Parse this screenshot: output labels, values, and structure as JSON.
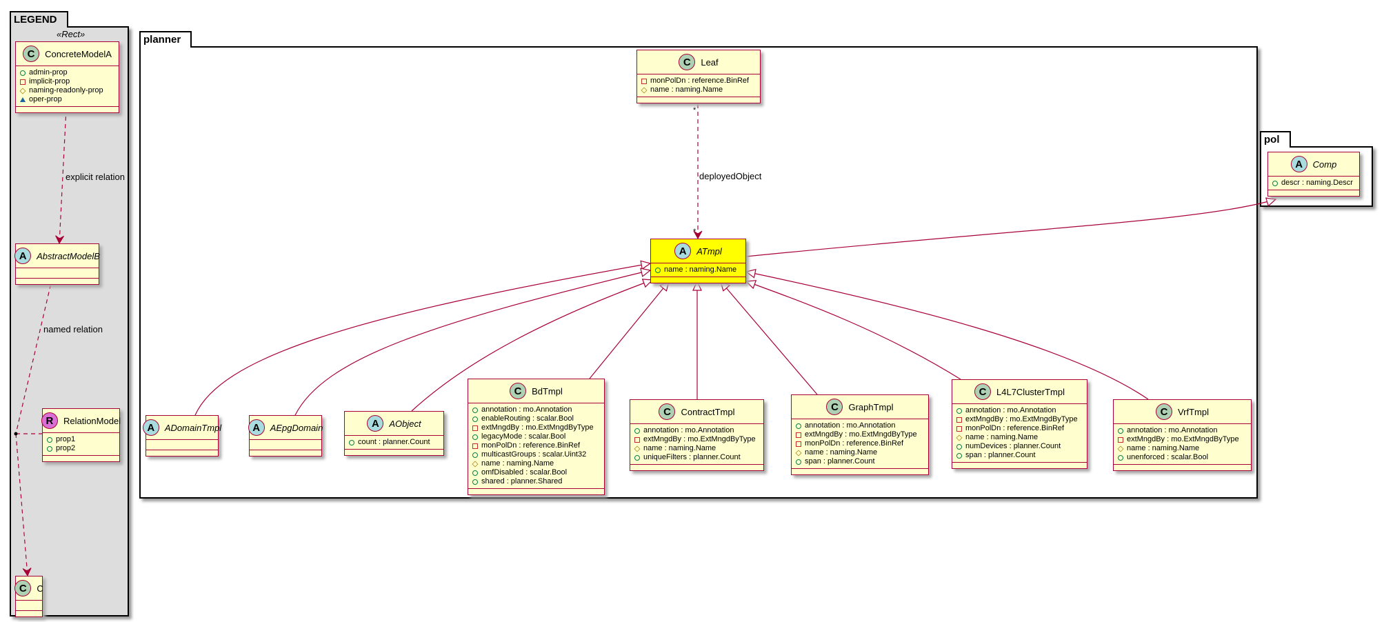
{
  "legend": {
    "title": "LEGEND",
    "stereotype": "«Rect»",
    "explicit_relation_label": "explicit relation",
    "named_relation_label": "named relation",
    "classes": [
      {
        "id": "ConcreteModelA",
        "name": "ConcreteModelA",
        "kind": "C",
        "abstract": false,
        "attrs": [
          {
            "vis": "+",
            "text": "admin-prop"
          },
          {
            "vis": "-",
            "text": "implicit-prop"
          },
          {
            "vis": "#",
            "text": "naming-readonly-prop"
          },
          {
            "vis": "~",
            "text": "oper-prop"
          }
        ]
      },
      {
        "id": "AbstractModelB",
        "name": "AbstractModelB",
        "kind": "A",
        "abstract": true,
        "attrs": []
      },
      {
        "id": "RelationModel",
        "name": "RelationModel",
        "kind": "R",
        "abstract": false,
        "attrs": [
          {
            "vis": "+",
            "text": "prop1"
          },
          {
            "vis": "+",
            "text": "prop2"
          }
        ]
      },
      {
        "id": "C",
        "name": "C",
        "kind": "C",
        "abstract": false,
        "attrs": []
      }
    ]
  },
  "planner": {
    "title": "planner",
    "deployed_label": "deployedObject",
    "mult_source": "*",
    "mult_target": "*",
    "classes": [
      {
        "id": "Leaf",
        "name": "Leaf",
        "kind": "C",
        "abstract": false,
        "attrs": [
          {
            "vis": "-",
            "text": "monPolDn : reference.BinRef"
          },
          {
            "vis": "#",
            "text": "name : naming.Name"
          }
        ]
      },
      {
        "id": "ATmpl",
        "name": "ATmpl",
        "kind": "A",
        "abstract": true,
        "highlight": true,
        "attrs": [
          {
            "vis": "+",
            "text": "name : naming.Name"
          }
        ]
      },
      {
        "id": "ADomainTmpl",
        "name": "ADomainTmpl",
        "kind": "A",
        "abstract": true,
        "attrs": []
      },
      {
        "id": "AEpgDomain",
        "name": "AEpgDomain",
        "kind": "A",
        "abstract": true,
        "attrs": []
      },
      {
        "id": "AObject",
        "name": "AObject",
        "kind": "A",
        "abstract": true,
        "attrs": [
          {
            "vis": "+",
            "text": "count : planner.Count"
          }
        ]
      },
      {
        "id": "BdTmpl",
        "name": "BdTmpl",
        "kind": "C",
        "abstract": false,
        "attrs": [
          {
            "vis": "+",
            "text": "annotation : mo.Annotation"
          },
          {
            "vis": "+",
            "text": "enableRouting : scalar.Bool"
          },
          {
            "vis": "-",
            "text": "extMngdBy : mo.ExtMngdByType"
          },
          {
            "vis": "+",
            "text": "legacyMode : scalar.Bool"
          },
          {
            "vis": "-",
            "text": "monPolDn : reference.BinRef"
          },
          {
            "vis": "+",
            "text": "multicastGroups : scalar.Uint32"
          },
          {
            "vis": "#",
            "text": "name : naming.Name"
          },
          {
            "vis": "+",
            "text": "omfDisabled : scalar.Bool"
          },
          {
            "vis": "+",
            "text": "shared : planner.Shared"
          }
        ]
      },
      {
        "id": "ContractTmpl",
        "name": "ContractTmpl",
        "kind": "C",
        "abstract": false,
        "attrs": [
          {
            "vis": "+",
            "text": "annotation : mo.Annotation"
          },
          {
            "vis": "-",
            "text": "extMngdBy : mo.ExtMngdByType"
          },
          {
            "vis": "#",
            "text": "name : naming.Name"
          },
          {
            "vis": "+",
            "text": "uniqueFilters : planner.Count"
          }
        ]
      },
      {
        "id": "GraphTmpl",
        "name": "GraphTmpl",
        "kind": "C",
        "abstract": false,
        "attrs": [
          {
            "vis": "+",
            "text": "annotation : mo.Annotation"
          },
          {
            "vis": "-",
            "text": "extMngdBy : mo.ExtMngdByType"
          },
          {
            "vis": "-",
            "text": "monPolDn : reference.BinRef"
          },
          {
            "vis": "#",
            "text": "name : naming.Name"
          },
          {
            "vis": "+",
            "text": "span : planner.Count"
          }
        ]
      },
      {
        "id": "L4L7ClusterTmpl",
        "name": "L4L7ClusterTmpl",
        "kind": "C",
        "abstract": false,
        "attrs": [
          {
            "vis": "+",
            "text": "annotation : mo.Annotation"
          },
          {
            "vis": "-",
            "text": "extMngdBy : mo.ExtMngdByType"
          },
          {
            "vis": "-",
            "text": "monPolDn : reference.BinRef"
          },
          {
            "vis": "#",
            "text": "name : naming.Name"
          },
          {
            "vis": "+",
            "text": "numDevices : planner.Count"
          },
          {
            "vis": "+",
            "text": "span : planner.Count"
          }
        ]
      },
      {
        "id": "VrfTmpl",
        "name": "VrfTmpl",
        "kind": "C",
        "abstract": false,
        "attrs": [
          {
            "vis": "+",
            "text": "annotation : mo.Annotation"
          },
          {
            "vis": "-",
            "text": "extMngdBy : mo.ExtMngdByType"
          },
          {
            "vis": "#",
            "text": "name : naming.Name"
          },
          {
            "vis": "+",
            "text": "unenforced : scalar.Bool"
          }
        ]
      }
    ]
  },
  "pol": {
    "title": "pol",
    "classes": [
      {
        "id": "Comp",
        "name": "Comp",
        "kind": "A",
        "abstract": true,
        "attrs": [
          {
            "vis": "+",
            "text": "descr : naming.Descr"
          }
        ]
      }
    ]
  },
  "colors": {
    "border": "#A80036",
    "class_fill": "#FEFECE",
    "highlight_fill": "#FFFF00",
    "legend_bg": "#DDDDDD"
  }
}
